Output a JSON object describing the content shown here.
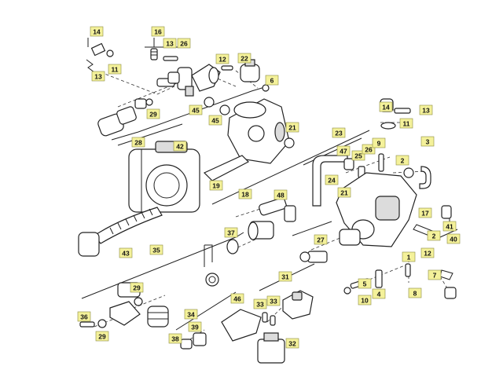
{
  "diagram": {
    "labels": [
      "14",
      "16",
      "13",
      "26",
      "12",
      "22",
      "6",
      "11",
      "13",
      "29",
      "45",
      "45",
      "21",
      "28",
      "42",
      "19",
      "18",
      "23",
      "47",
      "25",
      "26",
      "9",
      "2",
      "3",
      "24",
      "21",
      "48",
      "37",
      "35",
      "43",
      "17",
      "2",
      "12",
      "41",
      "40",
      "27",
      "1",
      "7",
      "31",
      "5",
      "4",
      "8",
      "10",
      "29",
      "33",
      "33",
      "46",
      "36",
      "29",
      "34",
      "38",
      "39",
      "32",
      "14",
      "13",
      "11"
    ]
  }
}
